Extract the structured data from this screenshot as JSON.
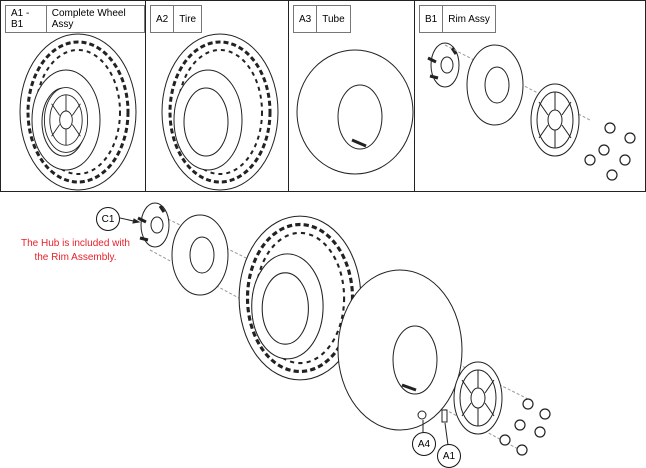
{
  "panels": [
    {
      "code": "A1 - B1",
      "label": "Complete Wheel Assy"
    },
    {
      "code": "A2",
      "label": "Tire"
    },
    {
      "code": "A3",
      "label": "Tube"
    },
    {
      "code": "B1",
      "label": "Rim Assy"
    }
  ],
  "callouts": {
    "c1": "C1",
    "a4": "A4",
    "a1": "A1"
  },
  "note": {
    "line1": "The Hub is included with",
    "line2": "the Rim Assembly."
  },
  "colors": {
    "note": "#e8202a",
    "line": "#222222"
  }
}
